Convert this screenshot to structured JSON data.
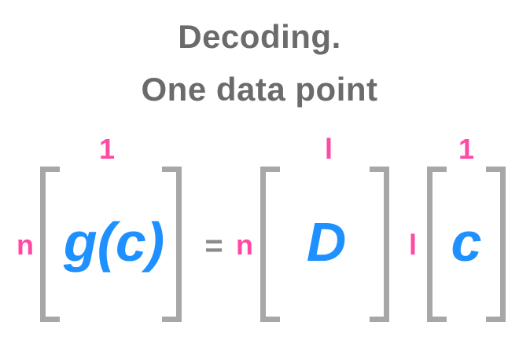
{
  "title": {
    "line1": "Decoding.",
    "line2": "One data point"
  },
  "equation": {
    "lhs": {
      "symbol": "g(c)",
      "rows": "n",
      "cols": "1"
    },
    "equals": "=",
    "matrix": {
      "symbol": "D",
      "rows": "n",
      "cols": "l"
    },
    "vector": {
      "symbol": "c",
      "rows": "l",
      "cols": "1"
    }
  },
  "colors": {
    "title": "#6b6b6b",
    "symbol": "#1e90ff",
    "dimension": "#ff4aa5",
    "bracket": "#a7a7a7"
  }
}
